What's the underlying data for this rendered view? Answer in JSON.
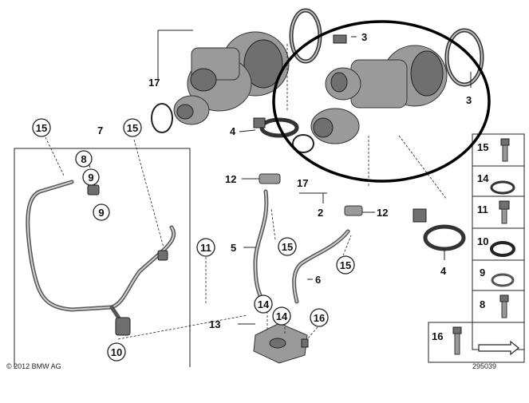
{
  "callouts": {
    "c2": "2",
    "c3a": "3",
    "c3b": "3",
    "c4a": "4",
    "c4b": "4",
    "c5": "5",
    "c6": "6",
    "c7": "7",
    "c8": "8",
    "c9a": "9",
    "c9b": "9",
    "c10": "10",
    "c11": "11",
    "c12a": "12",
    "c12b": "12",
    "c13": "13",
    "c14a": "14",
    "c14b": "14",
    "c15a": "15",
    "c15b": "15",
    "c15c": "15",
    "c15d": "15",
    "c16": "16",
    "c17a": "17",
    "c17b": "17"
  },
  "legend": {
    "items": [
      "15",
      "14",
      "11",
      "10",
      "9",
      "8"
    ],
    "bottom_item": "16"
  },
  "footer": {
    "copyright": "© 2012 BMW AG",
    "diagram_number": "295039"
  },
  "colors": {
    "highlight_ring": "#000000",
    "part_gray": "#9a9a9a"
  }
}
